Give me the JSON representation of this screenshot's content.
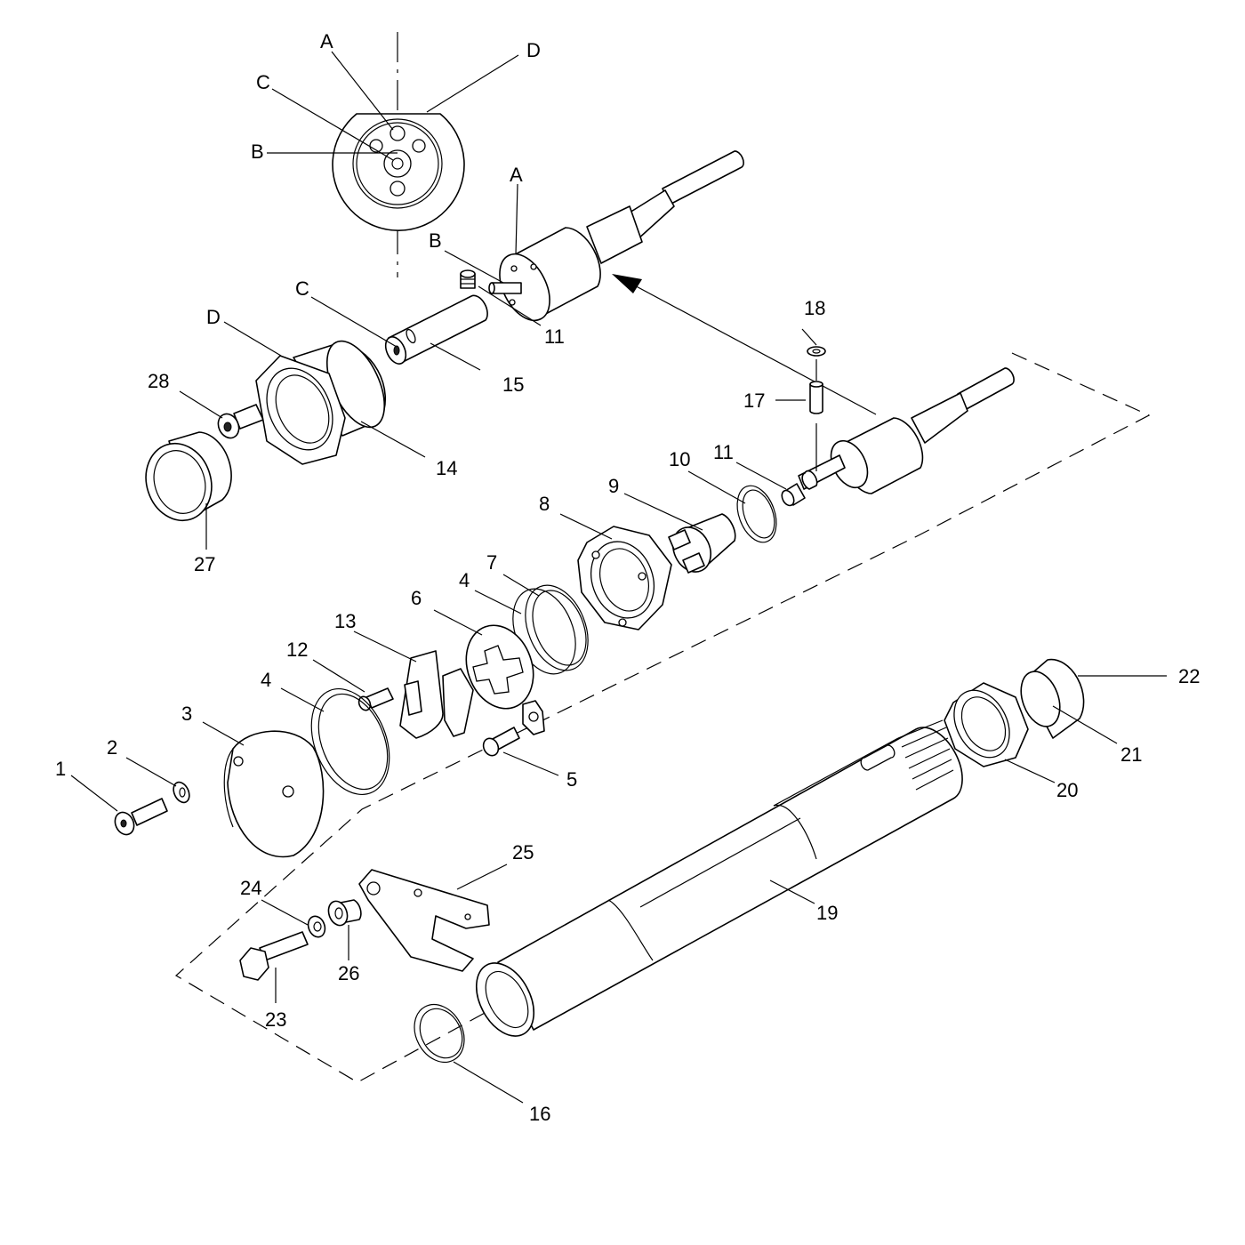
{
  "detail_labels": [
    "A",
    "B",
    "C",
    "D"
  ],
  "part_numbers": [
    "1",
    "2",
    "3",
    "4",
    "5",
    "6",
    "7",
    "8",
    "9",
    "10",
    "11",
    "12",
    "13",
    "14",
    "15",
    "16",
    "17",
    "18",
    "19",
    "20",
    "21",
    "22",
    "23",
    "24",
    "25",
    "26",
    "27",
    "28"
  ]
}
